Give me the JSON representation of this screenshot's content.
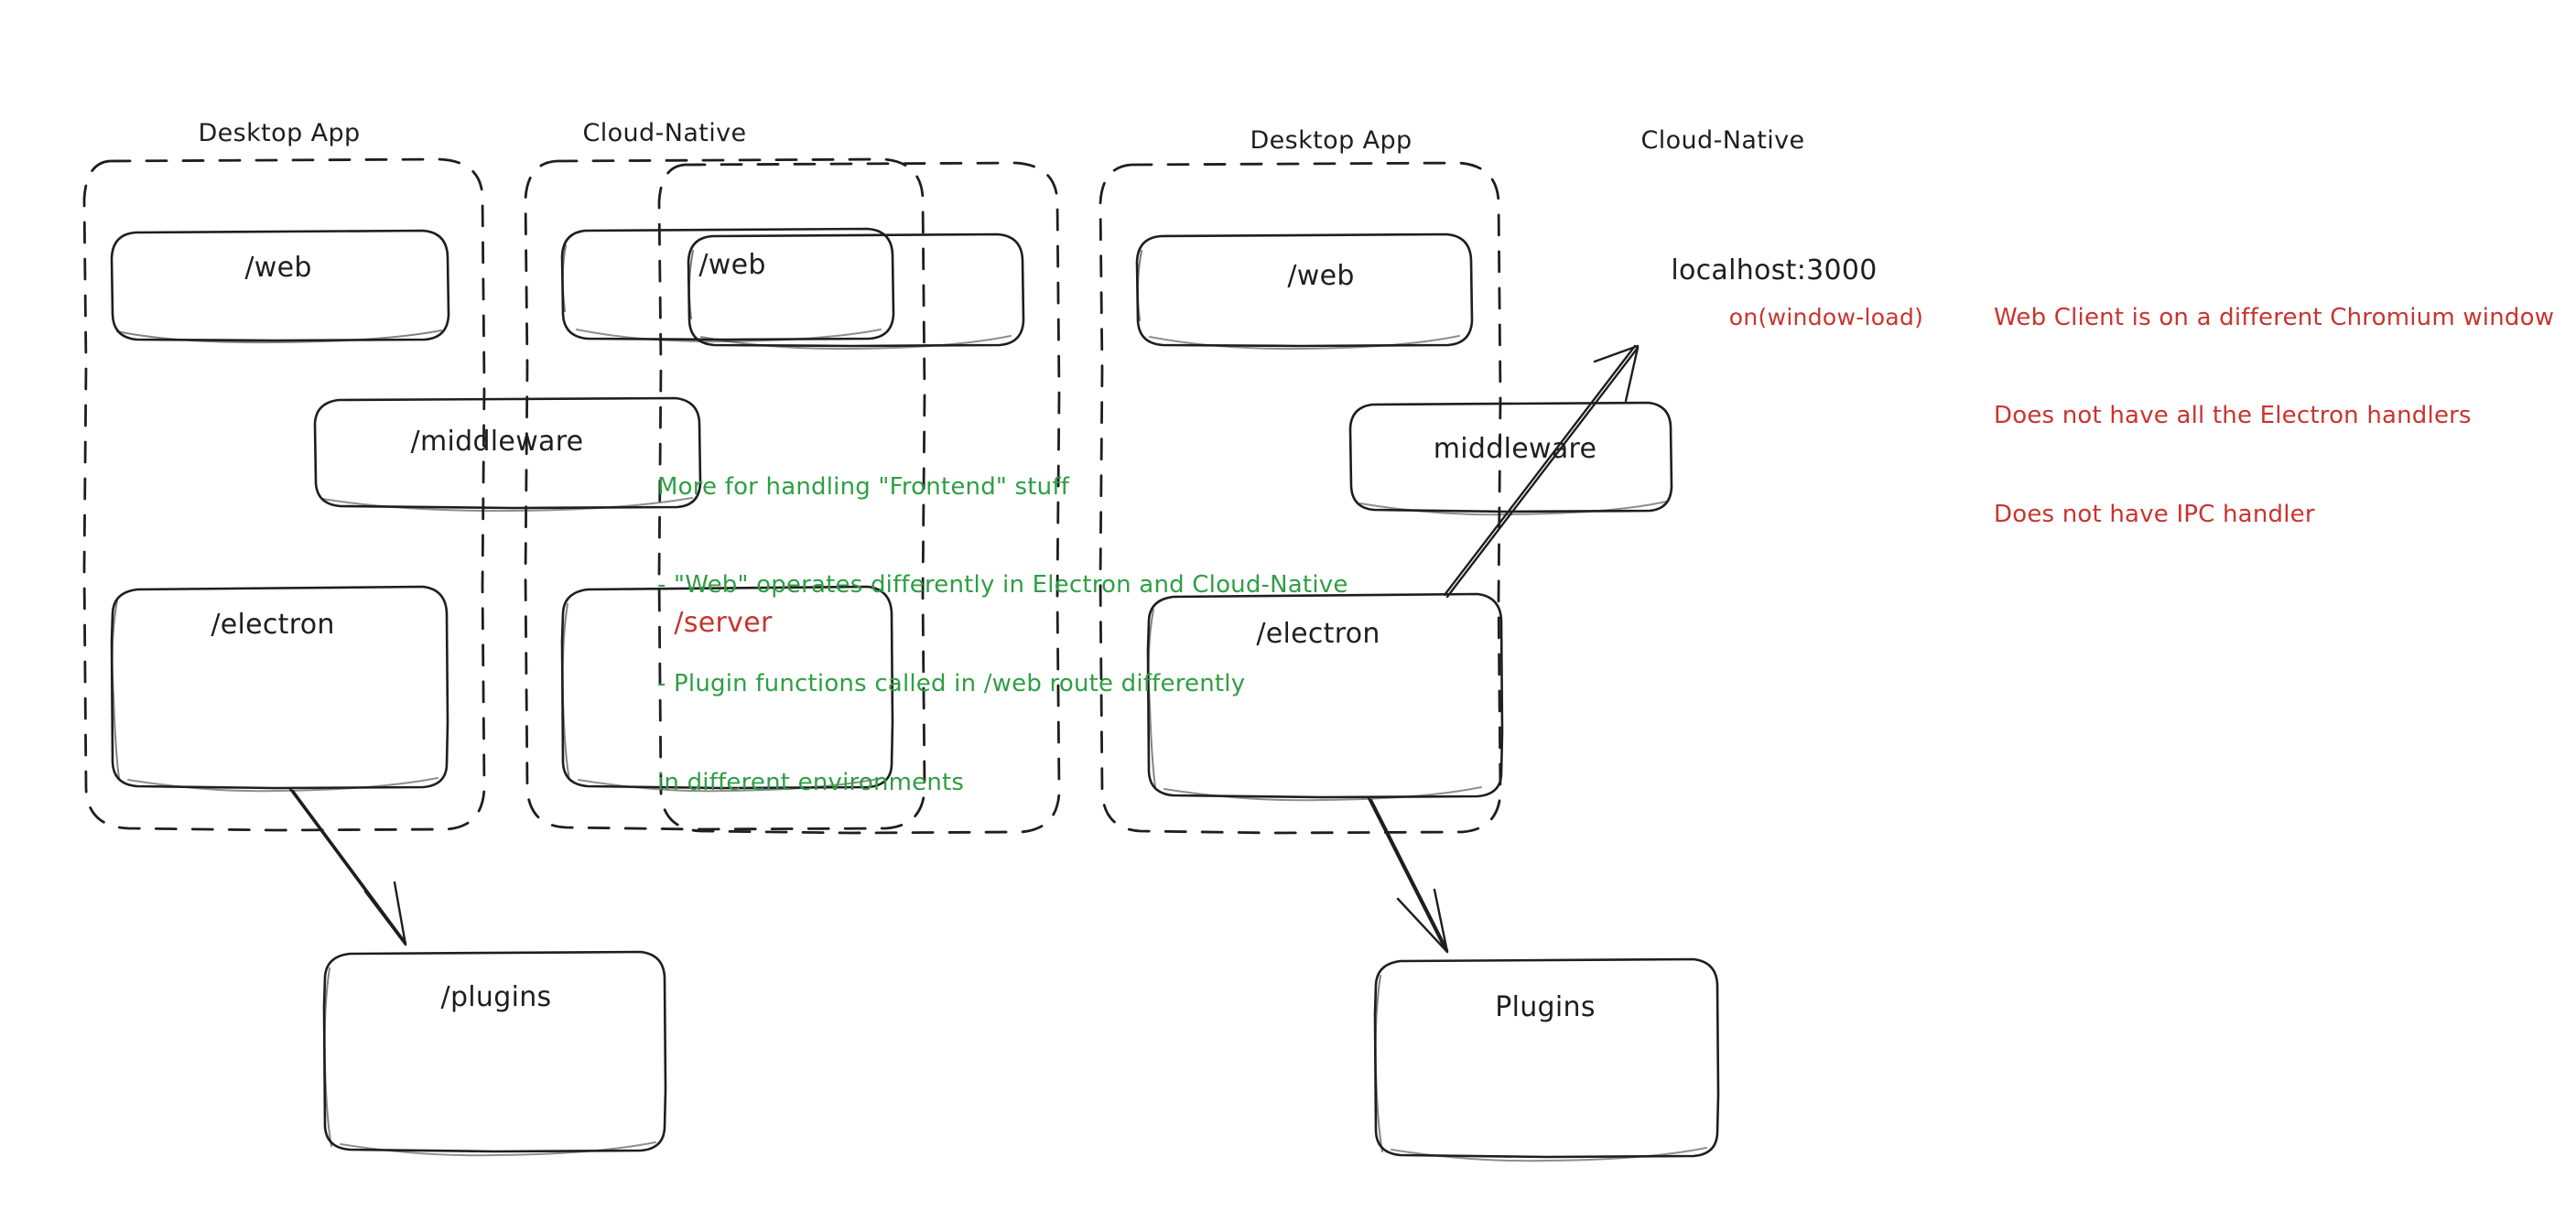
{
  "diagram": {
    "title": "Electron Desktop App vs Cloud-Native architecture comparison",
    "colors": {
      "stroke": "#1e1e1e",
      "green": "#2f9e44",
      "red": "#c9342e",
      "background": "#ffffff"
    }
  },
  "left_side": {
    "groups": [
      {
        "label": "Desktop App"
      },
      {
        "label": "Cloud-Native"
      }
    ],
    "nodes": [
      {
        "label": "/web",
        "color": "#1e1e1e"
      },
      {
        "label": "/web",
        "color": "#1e1e1e"
      },
      {
        "label": "/middleware",
        "color": "#1e1e1e"
      },
      {
        "label": "/electron",
        "color": "#1e1e1e"
      },
      {
        "label": "/server",
        "color": "#c9342e"
      },
      {
        "label": "/plugins",
        "color": "#1e1e1e"
      }
    ],
    "annotation": {
      "color": "#2f9e44",
      "lines": [
        "More for handling \"Frontend\" stuff",
        "- \"Web\" operates differently in Electron and Cloud-Native",
        "- Plugin functions called in /web route differently",
        "in different environments"
      ]
    }
  },
  "right_side": {
    "groups": [
      {
        "label": "Desktop App"
      },
      {
        "label": "Cloud-Native"
      }
    ],
    "nodes": [
      {
        "label": "/web",
        "color": "#1e1e1e"
      },
      {
        "label": "localhost:3000",
        "color": "#1e1e1e",
        "sublabel": "on(window-load)",
        "sublabel_color": "#c9342e"
      },
      {
        "label": "middleware",
        "color": "#1e1e1e"
      },
      {
        "label": "/electron",
        "color": "#1e1e1e"
      },
      {
        "label": "Plugins",
        "color": "#1e1e1e"
      }
    ],
    "annotation": {
      "color": "#c9342e",
      "lines": [
        "Web Client is on a different Chromium window",
        "Does not have all the Electron handlers",
        "Does not have IPC handler"
      ]
    }
  }
}
